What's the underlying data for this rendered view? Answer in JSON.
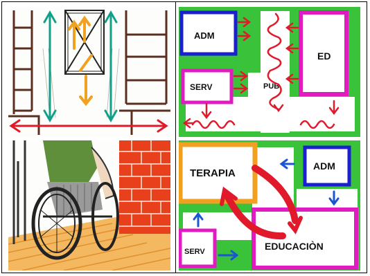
{
  "panels": {
    "corridor_sketch": {
      "colors": {
        "wall": "#5a2f1f",
        "arrow_green": "#12a08a",
        "arrow_orange": "#f2a020",
        "arrow_red": "#e01a2a"
      }
    },
    "zoning_plan_1": {
      "labels": {
        "adm": "ADM",
        "ed": "ED",
        "serv": "SERV",
        "pub": "PUB"
      },
      "colors": {
        "adm": "#1a1fd0",
        "ed": "#e01cc0",
        "serv": "#e01cc0",
        "circulation": "#3ac23a",
        "arrows": "#e01a2a"
      }
    },
    "wheelchair_sketch": {
      "colors": {
        "floor": "#f4b860",
        "brick": "#e8401c",
        "wheel": "#222222",
        "body": "#5f8f3a"
      }
    },
    "zoning_plan_2": {
      "labels": {
        "terapia": "TERAPIA",
        "adm": "ADM",
        "educacion": "EDUCACIÒN",
        "serv": "SERV"
      },
      "colors": {
        "terapia": "#f2a020",
        "adm": "#1a1fd0",
        "educacion": "#e01cc0",
        "serv": "#e01cc0",
        "circulation": "#3ac23a",
        "cycle_arrows": "#e01a2a",
        "small_arrows": "#1a56d0"
      }
    }
  }
}
